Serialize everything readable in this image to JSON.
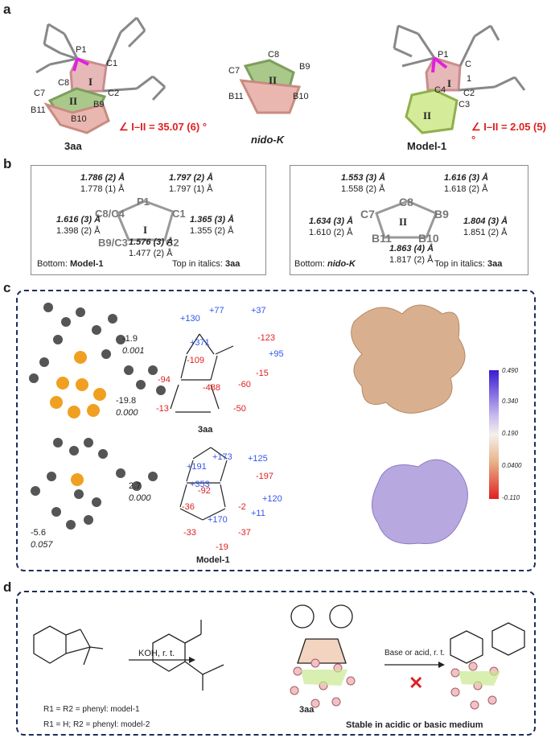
{
  "panel_a": {
    "label": "a",
    "mol1": {
      "name": "3aa",
      "angle": "∠ I–II = 35.07 (6) °",
      "atoms": [
        "P1",
        "C1",
        "C2",
        "C7",
        "C8",
        "B9",
        "B10",
        "B11"
      ],
      "rings": [
        "I",
        "II"
      ]
    },
    "mol2": {
      "name": "nido-K",
      "atoms": [
        "C7",
        "C8",
        "B9",
        "B10",
        "B11"
      ],
      "rings": [
        "II"
      ]
    },
    "mol3": {
      "name": "Model-1",
      "angle": "∠ I–II = 2.05 (5) °",
      "atoms": [
        "P1",
        "C",
        "1",
        "C4",
        "C2",
        "C3"
      ],
      "rings": [
        "I",
        "II"
      ]
    }
  },
  "panel_b": {
    "label": "b",
    "left": {
      "atoms": [
        "P1",
        "C1",
        "C8/C4",
        "C2",
        "B9/C3"
      ],
      "ring": "I",
      "values": [
        {
          "top": "1.786 (2) Å",
          "bottom": "1.778 (1) Å"
        },
        {
          "top": "1.797 (2) Å",
          "bottom": "1.797 (1) Å"
        },
        {
          "top": "1.616 (3) Å",
          "bottom": "1.398 (2) Å"
        },
        {
          "top": "1.365 (3) Å",
          "bottom": "1.355 (2) Å"
        },
        {
          "top": "1.576 (3) Å",
          "bottom": "1.477 (2) Å"
        }
      ],
      "footer_left_prefix": "Bottom: ",
      "footer_left_bold": "Model-1",
      "footer_right_prefix": "Top in italics: ",
      "footer_right_bold": "3aa"
    },
    "right": {
      "atoms": [
        "C8",
        "C7",
        "B9",
        "B11",
        "B10"
      ],
      "ring": "II",
      "values": [
        {
          "top": "1.553 (3) Å",
          "bottom": "1.558 (2) Å"
        },
        {
          "top": "1.616 (3) Å",
          "bottom": "1.618 (2) Å"
        },
        {
          "top": "1.634 (3) Å",
          "bottom": "1.610  (2) Å"
        },
        {
          "top": "1.804 (3) Å",
          "bottom": "1.851 (2) Å"
        },
        {
          "top": "1.863 (4) Å",
          "bottom": "1.817 (2) Å"
        }
      ],
      "footer_left_prefix": "Bottom: ",
      "footer_left_bold": "nido-K",
      "footer_right_prefix": "Top in italics: ",
      "footer_right_bold": "3aa"
    }
  },
  "panel_c": {
    "label": "c",
    "top_mol_values": [
      {
        "a": "-1.9",
        "b": "0.001"
      },
      {
        "a": "-19.8",
        "b": "0.000"
      }
    ],
    "bottom_mol_values": [
      {
        "a": "2.7",
        "b": "0.000"
      },
      {
        "a": "-5.6",
        "b": "0.057"
      }
    ],
    "scheme_top_label": "3aa",
    "scheme_bottom_label": "Model-1",
    "scheme_top_numbers": {
      "blue": [
        "+130",
        "+77",
        "+37",
        "+371",
        "+95"
      ],
      "red": [
        "-123",
        "-109",
        "-15",
        "-94",
        "-488",
        "-60",
        "-13",
        "-50"
      ]
    },
    "scheme_bottom_numbers": {
      "blue": [
        "+191",
        "+173",
        "+125",
        "+353",
        "+120",
        "+11",
        "+170"
      ],
      "red": [
        "-197",
        "-92",
        "-36",
        "-2",
        "-33",
        "-37",
        "-19"
      ]
    },
    "colorbar_ticks": [
      "0.490",
      "0.340",
      "0.190",
      "0.0400",
      "-0.110"
    ]
  },
  "panel_d": {
    "label": "d",
    "reagent1": "KOH, r. t.",
    "reagent2": "Base or acid, r. t.",
    "legend1": "R1 = R2 = phenyl: model-1",
    "legend2": "R1 = H;  R2 = phenyl: model-2",
    "compound_label": "3aa",
    "stable_text": "Stable in acidic or basic medium",
    "cross": "✕"
  }
}
